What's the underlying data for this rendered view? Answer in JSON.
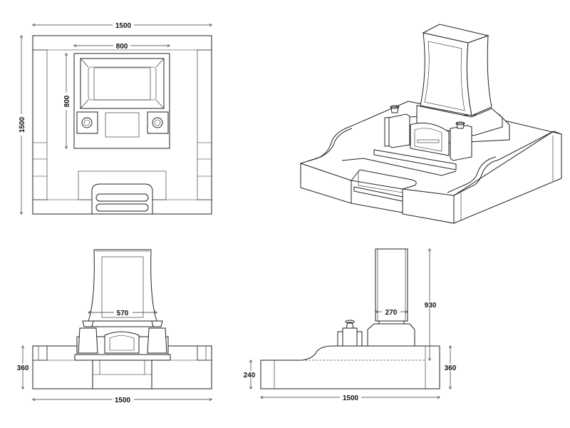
{
  "views": {
    "top": {
      "width_label": "1500",
      "depth_label": "1500",
      "inner_width_label": "800",
      "inner_depth_label": "800"
    },
    "isometric": {},
    "front": {
      "stone_width_label": "570",
      "base_height_label": "360",
      "width_label": "1500"
    },
    "side": {
      "stone_depth_label": "270",
      "stone_height_label": "930",
      "base_height_label": "360",
      "front_height_label": "240",
      "width_label": "1500"
    }
  }
}
